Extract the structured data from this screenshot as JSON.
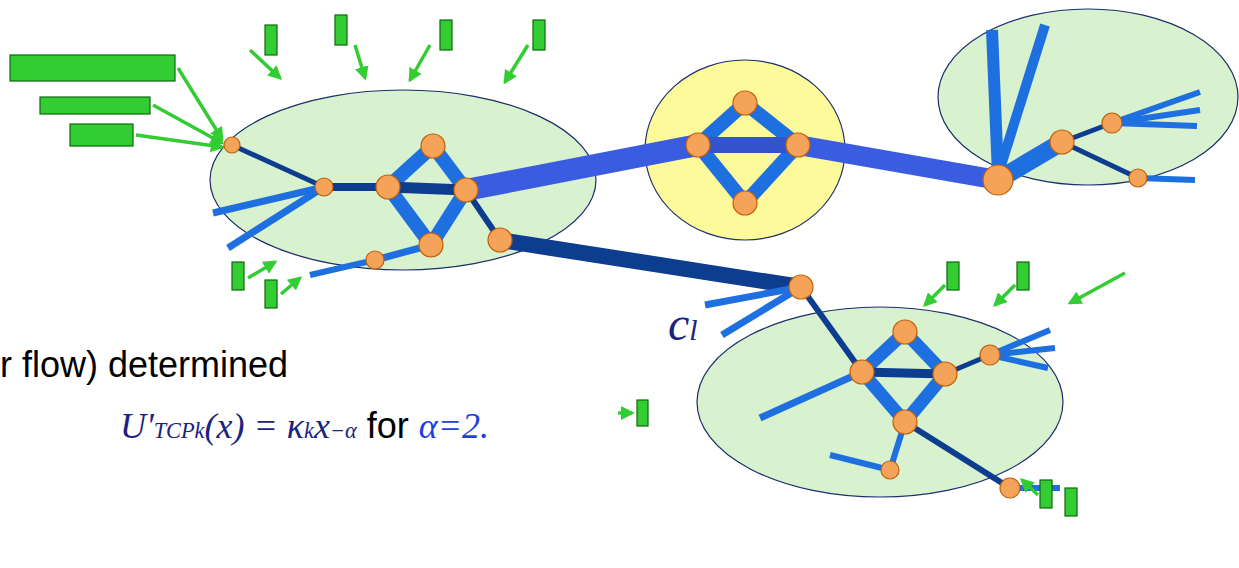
{
  "diagram": {
    "labels": [
      "c",
      "l",
      "r flow) determined",
      "U'",
      "TCPk",
      "(x) = κ",
      "k",
      "x",
      "−α",
      "for",
      "α=2."
    ]
  }
}
